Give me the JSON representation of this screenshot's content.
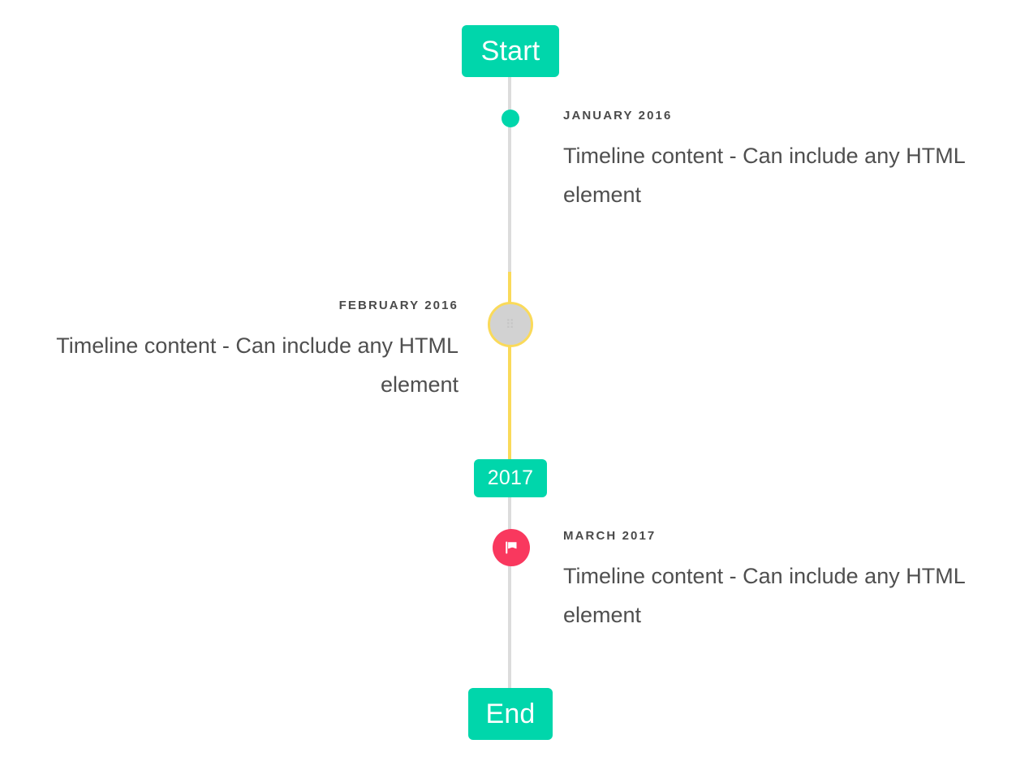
{
  "theme": {
    "accent_teal": "#00d6ab",
    "accent_yellow": "#fada5a",
    "accent_pink": "#f9385e",
    "line_gray": "#dcdcdc",
    "marker_gray": "#d2d2d2",
    "text_gray": "#4f4f4f"
  },
  "caps": {
    "start_label": "Start",
    "middle_label": "2017",
    "end_label": "End"
  },
  "entries": [
    {
      "date": "JANUARY 2016",
      "body": "Timeline content - Can include any HTML element",
      "side": "right",
      "marker": "dot-icon"
    },
    {
      "date": "FEBRUARY 2016",
      "body": "Timeline content - Can include any HTML element",
      "side": "left",
      "marker": "ring-placeholder-icon"
    },
    {
      "date": "MARCH 2017",
      "body": "Timeline content - Can include any HTML element",
      "side": "right",
      "marker": "flag-icon"
    }
  ],
  "marker_glyph": "⠿"
}
